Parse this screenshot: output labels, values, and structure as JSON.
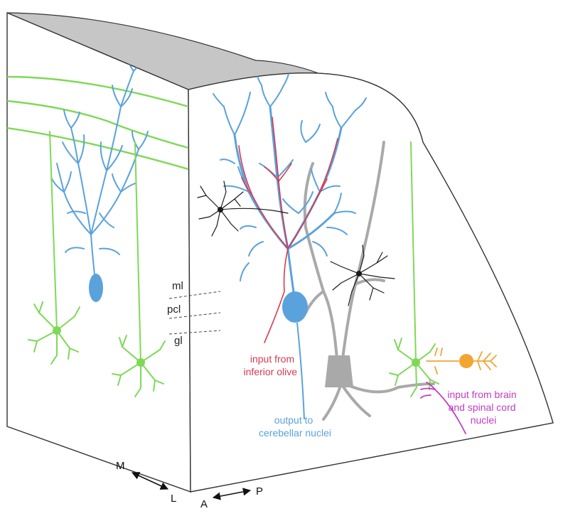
{
  "colors": {
    "purkinje": "#5aa2dc",
    "granule": "#7ed957",
    "climbing_fiber": "#d83a4f",
    "mossy_fiber": "#c23bc4",
    "golgi": "#f2a530",
    "glia": "#a9a9a9",
    "interneuron": "#1a1a1a",
    "block_top": "#c6c6c6",
    "outline": "#333333"
  },
  "layers": {
    "ml": "ml",
    "pcl": "pcl",
    "gl": "gl"
  },
  "labels": {
    "climbing": [
      "input from",
      "inferior olive"
    ],
    "output": [
      "output to",
      "cerebellar nuclei"
    ],
    "mossy": [
      "input from brain",
      "and spinal cord",
      "nuclei"
    ]
  },
  "axes": {
    "m": "M",
    "l": "L",
    "a": "A",
    "p": "P"
  }
}
